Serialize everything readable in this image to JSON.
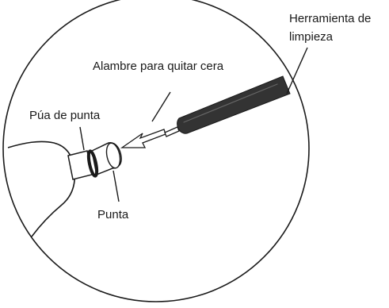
{
  "labels": {
    "cleaning_tool_line1": "Herramienta de",
    "cleaning_tool_line2": "limpieza",
    "wax_removal_wire": "Alambre para quitar cera",
    "tip_pin": "Púa de punta",
    "tip": "Punta"
  },
  "colors": {
    "ink": "#1a1a1a",
    "tool_body": "#333333",
    "background": "#ffffff"
  }
}
